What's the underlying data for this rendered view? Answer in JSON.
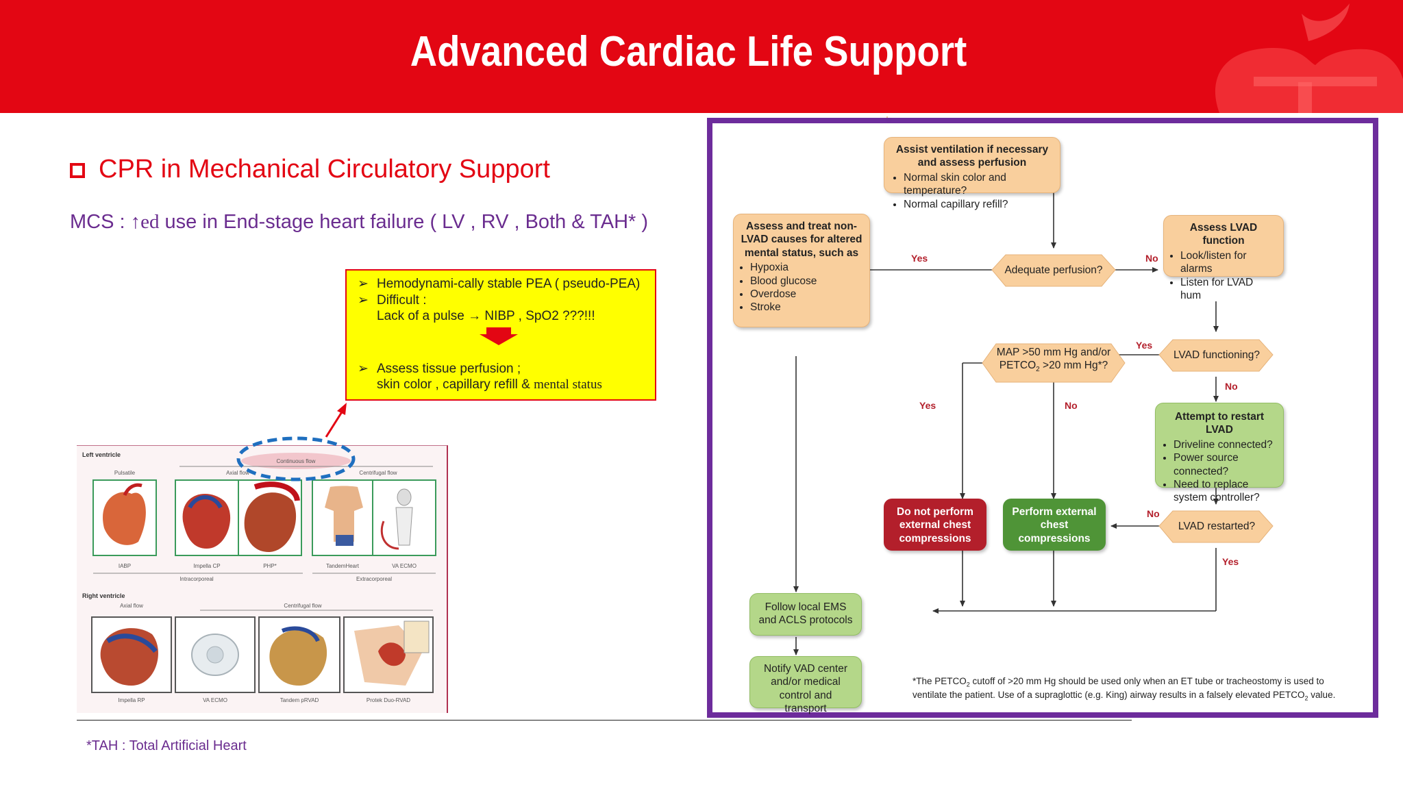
{
  "header": {
    "title": "Advanced Cardiac Life Support"
  },
  "colors": {
    "banner": "#e30613",
    "heading": "#e30613",
    "subtext": "#6a2c8f",
    "frame": "#6d2c9c",
    "callout_bg": "#ffff00"
  },
  "section": {
    "heading": "CPR in Mechanical Circulatory Support",
    "mcs_line_prefix": "MCS : ",
    "mcs_arrow": "↑ed",
    "mcs_line_rest": " use in End-stage heart failure ( LV , RV , Both & TAH* )"
  },
  "callout": {
    "line1": "Hemodynami-cally stable PEA ( pseudo-PEA)",
    "line2": "Difficult :",
    "line3": "Lack of a pulse → NIBP , SpO2 ???!!!",
    "line4": "Assess tissue perfusion ;",
    "line5_sans": "skin color , capillary refill & ",
    "line5_serif": "mental status"
  },
  "figure": {
    "left_ventricle": "Left ventricle",
    "continuous_flow": "Continuous flow",
    "pulsatile": "Pulsatile",
    "axial_flow": "Axial flow",
    "centrifugal_flow": "Centrifugal flow",
    "iabp": "IABP",
    "impella_cp": "Impella CP",
    "php": "PHP*",
    "tandemheart": "TandemHeart",
    "va_ecmo": "VA ECMO",
    "intracorporeal": "Intracorporeal",
    "extracorporeal": "Extracorporeal",
    "right_ventricle": "Right ventricle",
    "axial_flow_rv": "Axial flow",
    "centrifugal_flow_rv": "Centrifugal flow",
    "impella_rp": "Impella RP",
    "va_ecmo_rv": "VA ECMO",
    "tandem_prvad": "Tandem pRVAD",
    "protek_duo": "Protek Duo-RVAD"
  },
  "flow": {
    "assist_title": "Assist ventilation if necessary and assess perfusion",
    "assist_items": [
      "Normal skin color and temperature?",
      "Normal capillary refill?"
    ],
    "adequate": "Adequate perfusion?",
    "nonlvad_title": "Assess and treat non-LVAD causes for altered mental status, such as",
    "nonlvad_items": [
      "Hypoxia",
      "Blood glucose",
      "Overdose",
      "Stroke"
    ],
    "lvad_title": "Assess LVAD function",
    "lvad_items": [
      "Look/listen for alarms",
      "Listen for LVAD hum"
    ],
    "map_line1": "MAP >50 mm Hg and/or",
    "map_line2": "PETCO",
    "map_sub": "2",
    "map_line3": " >20 mm Hg*?",
    "lvad_functioning": "LVAD functioning?",
    "restart_title": "Attempt to restart LVAD",
    "restart_items": [
      "Driveline connected?",
      "Power source connected?",
      "Need to replace system controller?"
    ],
    "do_not": "Do not perform external chest compressions",
    "perform": "Perform external chest compressions",
    "restarted": "LVAD restarted?",
    "follow": "Follow local EMS and ACLS protocols",
    "notify": "Notify VAD center and/or medical control and transport",
    "yes": "Yes",
    "no": "No",
    "footnote_a": "*The PETCO",
    "footnote_b": " cutoff of >20 mm Hg should be used only when an ET tube or tracheostomy is used to ventilate the patient. Use of a supraglottic (e.g. King) airway results in a falsely elevated PETCO",
    "footnote_c": " value.",
    "sub2": "2"
  },
  "footnote": {
    "tah": "*TAH : Total Artificial Heart"
  }
}
